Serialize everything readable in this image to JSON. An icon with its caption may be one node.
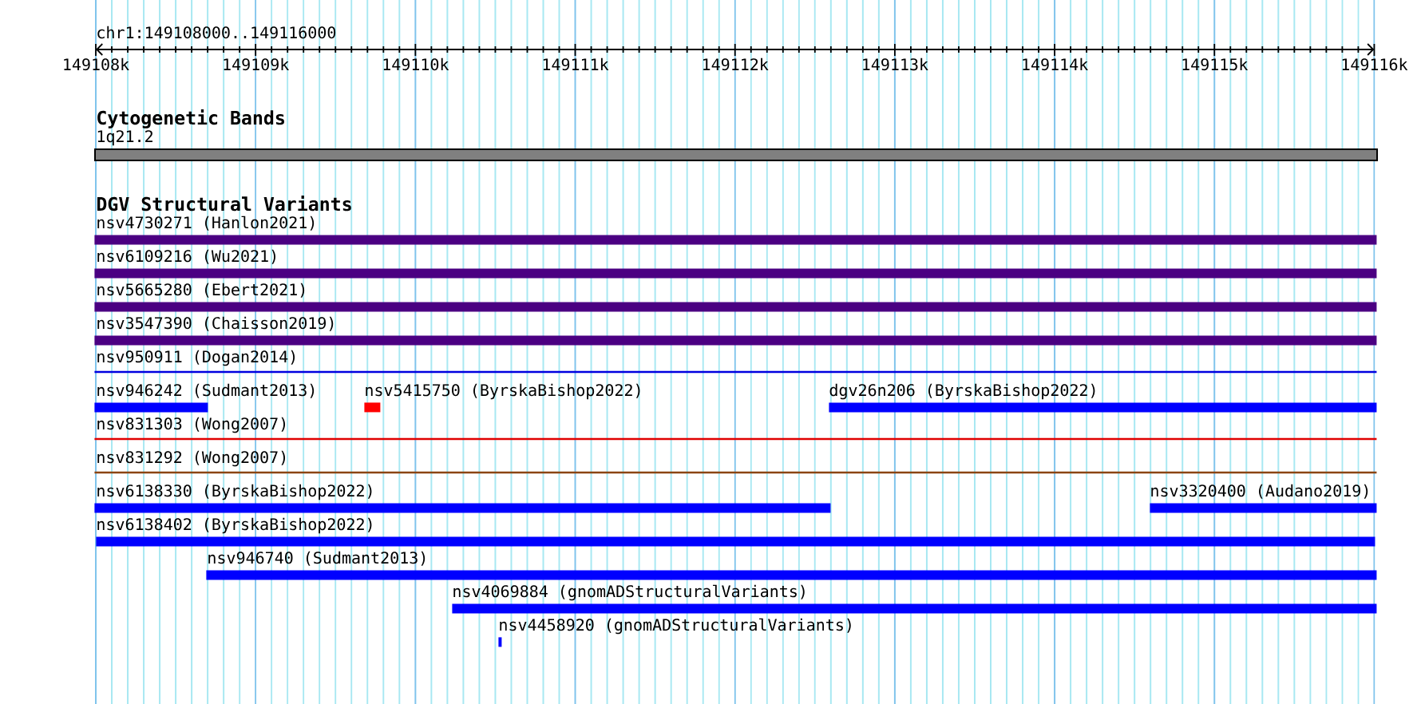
{
  "diagram": {
    "nodes": [
      {
        "text": [
          "1q21.2"
        ]
      },
      {
        "text": [
          "nsv4730271 (Hanlon2021)"
        ]
      },
      {
        "text": [
          "nsv6109216 (Wu2021)"
        ]
      },
      {
        "text": [
          "nsv5665280 (Ebert2021)"
        ]
      },
      {
        "text": [
          "nsv3547390 (Chaisson2019)"
        ]
      },
      {
        "text": [
          "nsv950911 (Dogan2014)"
        ]
      },
      {
        "text": [
          "nsv946242 (Sudmant2013)"
        ]
      },
      {
        "text": [
          "nsv5415750 (ByrskaBishop2022)"
        ]
      },
      {
        "text": [
          "dgv26n206 (ByrskaBishop2022)"
        ]
      },
      {
        "text": [
          "nsv831303 (Wong2007)"
        ]
      },
      {
        "text": [
          "nsv831292 (Wong2007)"
        ]
      },
      {
        "text": [
          "nsv6138330 (ByrskaBishop2022)"
        ]
      },
      {
        "text": [
          "nsv3320400 (Audano2019)"
        ]
      },
      {
        "text": [
          "nsv6138402 (ByrskaBishop2022)"
        ]
      },
      {
        "text": [
          "nsv946740 (Sudmant2013)"
        ]
      },
      {
        "text": [
          "nsv4069884 (gnomADStructuralVariants)"
        ]
      },
      {
        "text": [
          "nsv4458920 (gnomADStructuralVariants)"
        ]
      }
    ],
    "labels": [
      "chr1:149108000..149116000",
      "149108k",
      "149109k",
      "149110k",
      "149111k",
      "149112k",
      "149113k",
      "149114k",
      "149115k",
      "149116k",
      "Cytogenetic Bands",
      "DGV Structural Variants"
    ]
  }
}
